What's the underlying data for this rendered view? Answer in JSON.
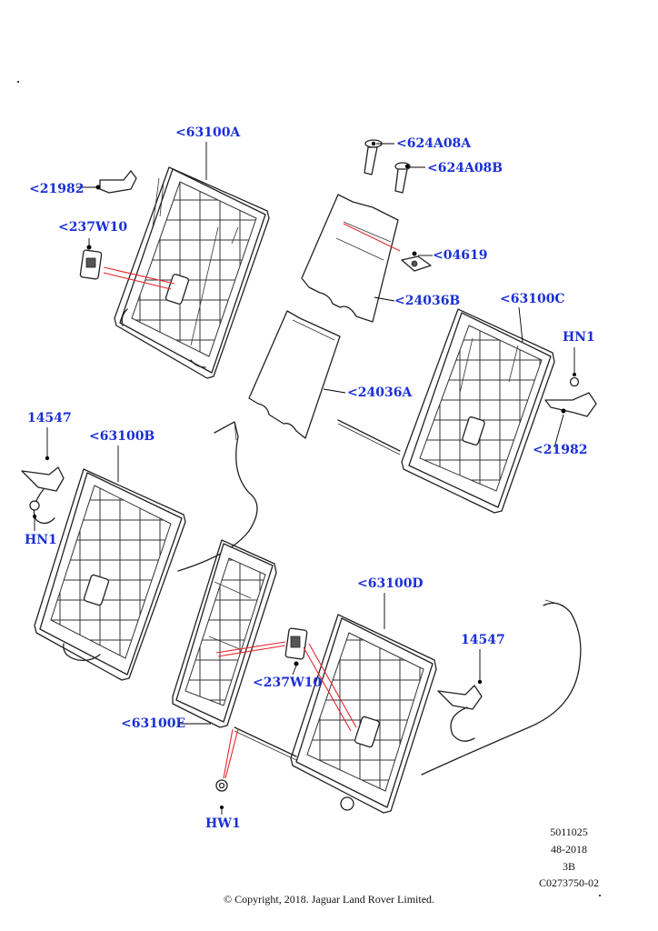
{
  "callouts": {
    "a63100A": "<63100A",
    "a21982_top": "<21982",
    "a237W10_top": "<237W10",
    "a624A08A": "<624A08A",
    "a624A08B": "<624A08B",
    "a04619": "<04619",
    "a24036B": "<24036B",
    "a63100C": "<63100C",
    "hn1_right": "HN1",
    "a24036A": "<24036A",
    "a21982_right": "<21982",
    "n14547_left": "14547",
    "a63100B": "<63100B",
    "hn1_left": "HN1",
    "a63100D": "<63100D",
    "n14547_right": "14547",
    "a237W10_bottom": "<237W10",
    "a63100E": "<63100E",
    "hw1": "HW1"
  },
  "info_block": {
    "line1": "5011025",
    "line2": "48-2018",
    "line3": "3B",
    "line4": "C0273750-02"
  },
  "copyright": "© Copyright, 2018. Jaguar Land Rover Limited.",
  "colors": {
    "callout": "#1a2fd6",
    "leader_highlight": "#e8262e",
    "line": "#222222"
  }
}
